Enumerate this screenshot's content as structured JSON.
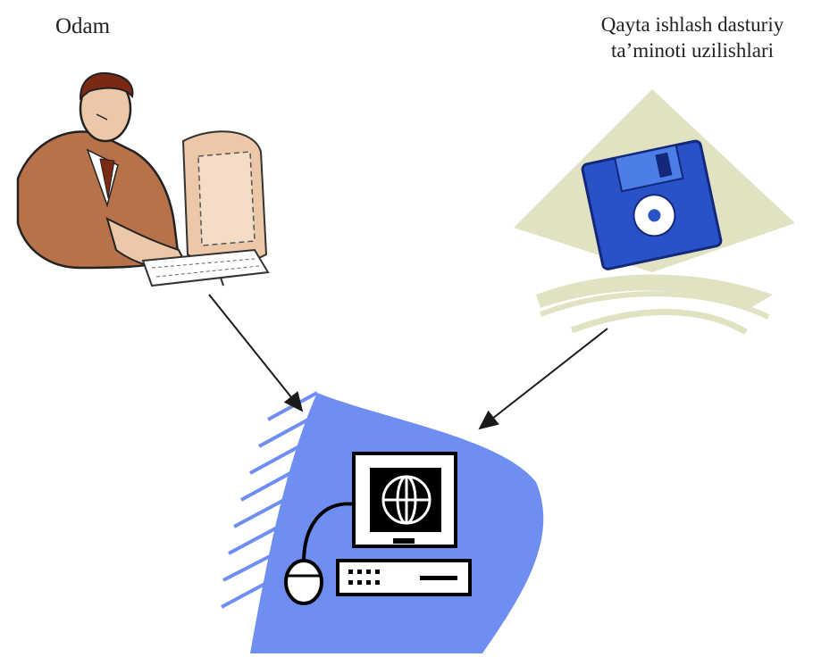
{
  "labels": {
    "person": "Odam",
    "software_line1": "Qayta ishlash dasturiy",
    "software_line2": "ta’minoti uzilishlari"
  },
  "colors": {
    "skin": "#b8724a",
    "skin_light": "#ecc8a8",
    "hair": "#7a2a12",
    "floppy_blue": "#2a52c8",
    "floppy_light": "#4d7ee6",
    "card_bg": "#e0e2c2",
    "wave_blue": "#6f8ef2",
    "arrow": "#1a1a1a"
  },
  "icons": [
    "person-at-computer-icon",
    "floppy-disk-icon",
    "computer-globe-icon"
  ]
}
